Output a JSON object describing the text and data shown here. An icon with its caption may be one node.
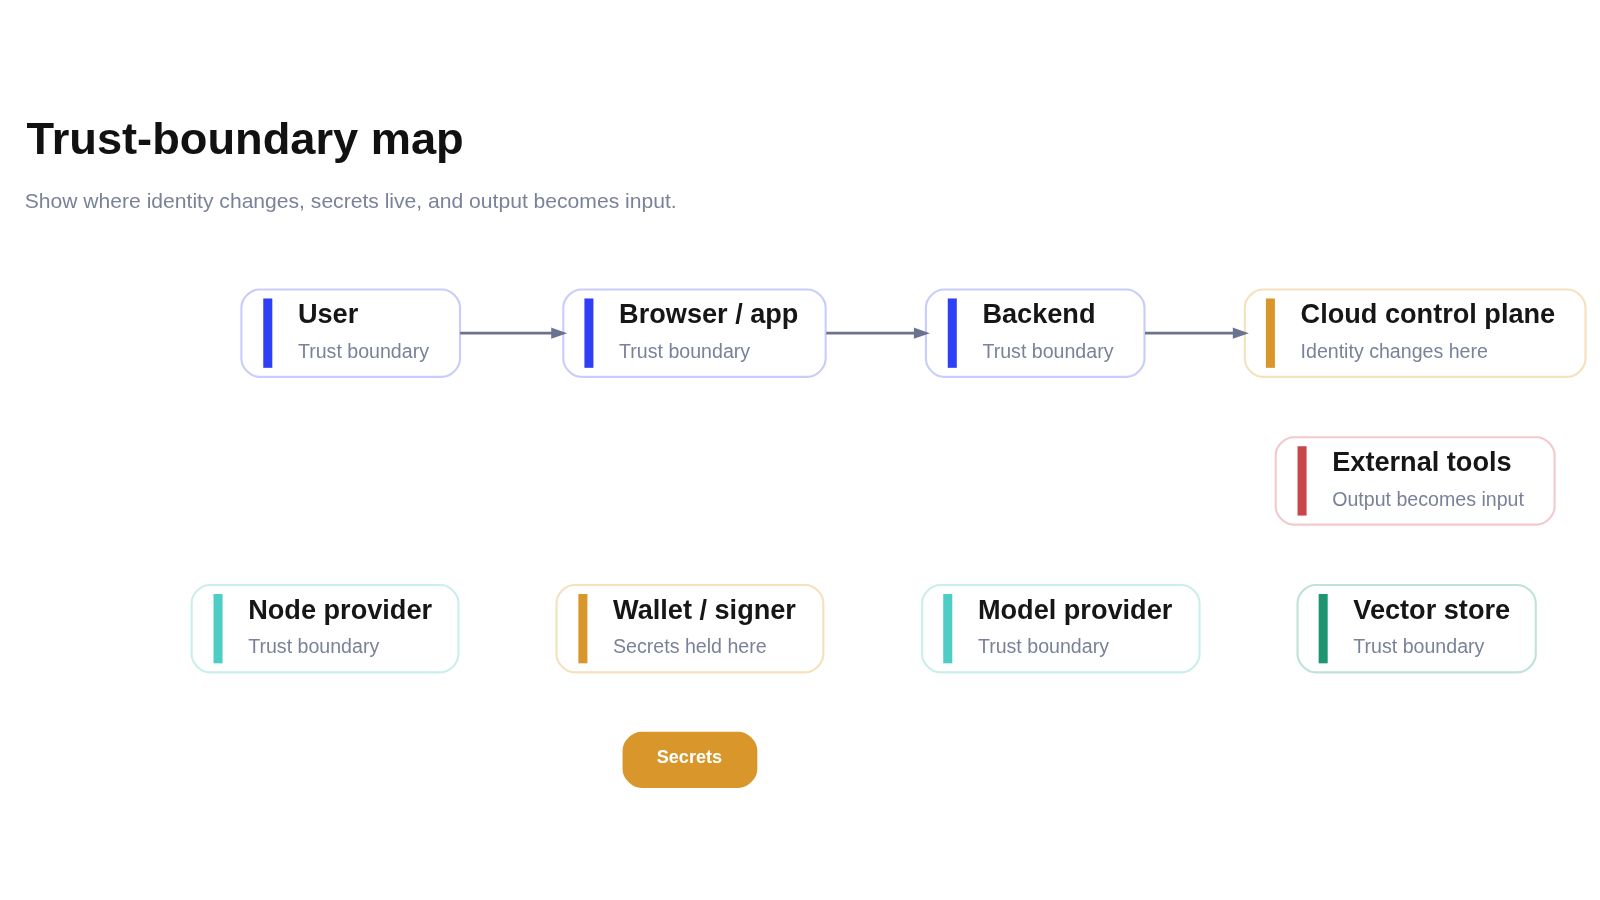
{
  "diagram": {
    "title": "Trust-boundary map",
    "nodes": [
      {
        "text": [
          "User",
          "Trust boundary"
        ]
      },
      {
        "text": [
          "Browser / app",
          "Trust boundary"
        ]
      },
      {
        "text": [
          "Backend",
          "Trust boundary"
        ]
      },
      {
        "text": [
          "Cloud control plane",
          "Identity changes here"
        ]
      },
      {
        "text": [
          "External tools",
          "Output becomes input"
        ]
      },
      {
        "text": [
          "Node provider",
          "Trust boundary"
        ]
      },
      {
        "text": [
          "Wallet / signer",
          "Secrets held here"
        ]
      },
      {
        "text": [
          "Model provider",
          "Trust boundary"
        ]
      },
      {
        "text": [
          "Vector store",
          "Trust boundary"
        ]
      },
      {
        "text": [
          "Secrets"
        ]
      }
    ],
    "edges": [
      {
        "from": 0,
        "to": 1,
        "arrow": "to"
      },
      {
        "from": 1,
        "to": 2,
        "arrow": "to"
      },
      {
        "from": 2,
        "to": 3,
        "arrow": "to"
      }
    ],
    "labels": [
      "Show where identity changes, secrets live, and output becomes input."
    ]
  }
}
